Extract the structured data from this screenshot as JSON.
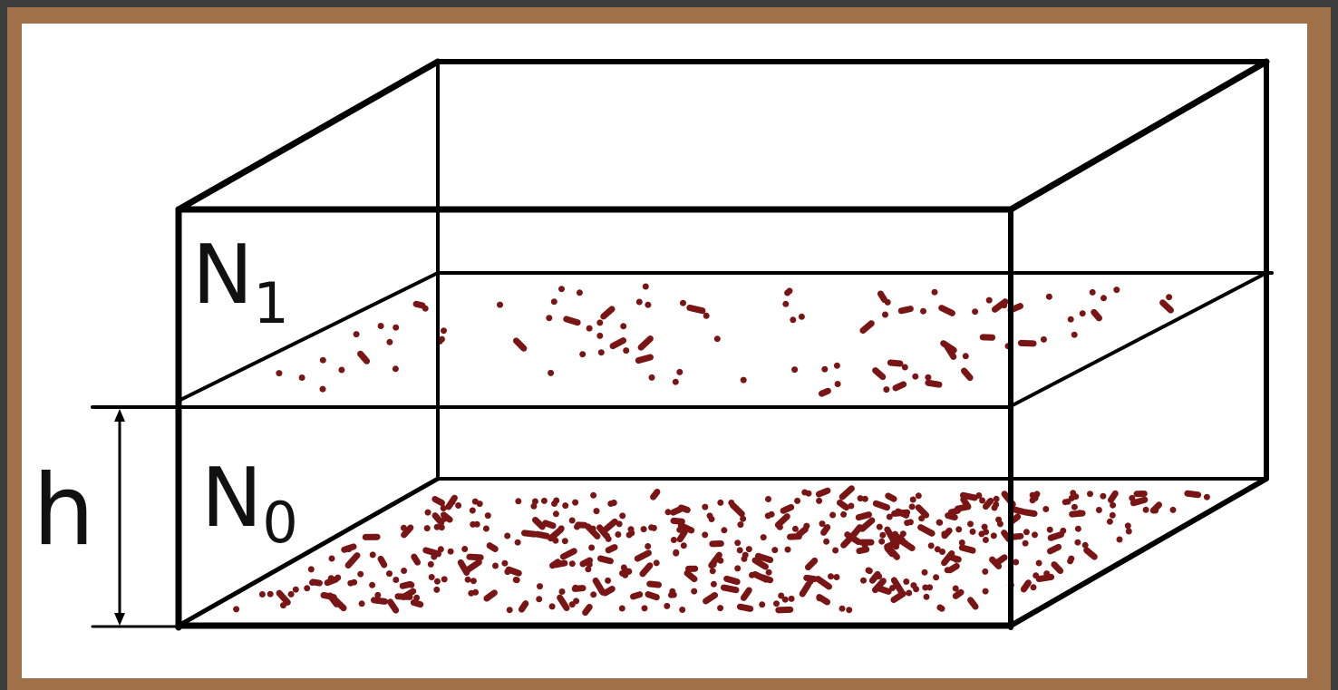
{
  "diagram": {
    "upper_label": {
      "letter": "N",
      "subscript": "1"
    },
    "lower_label": {
      "letter": "N",
      "subscript": "0"
    },
    "height_label": "h",
    "particle_color": "#7a1515",
    "line_color": "#000000",
    "frame_color": "#a07048",
    "background_color": "#3d3d3d"
  }
}
